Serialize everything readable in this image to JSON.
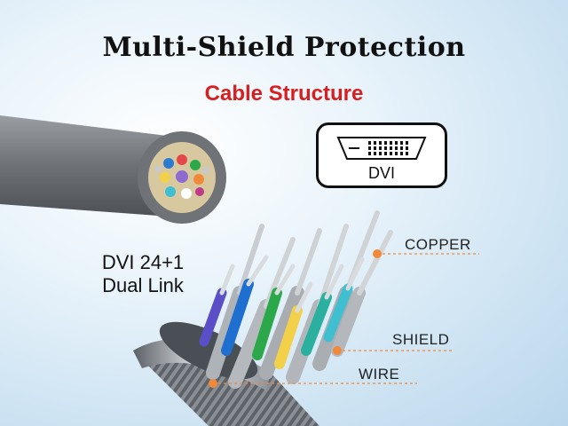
{
  "header": {
    "title": "Multi-Shield Protection",
    "subtitle": "Cable Structure"
  },
  "connector_badge": {
    "label": "DVI"
  },
  "spec_text": {
    "line1": "DVI 24+1",
    "line2": "Dual Link"
  },
  "callouts": {
    "copper": "COPPER",
    "shield": "SHIELD",
    "wire": "WIRE"
  },
  "colors": {
    "title_text": "#111111",
    "subtitle_text": "#d81e1e",
    "callout_line": "#f08a3a",
    "cable_jacket": "#6b6f73"
  }
}
